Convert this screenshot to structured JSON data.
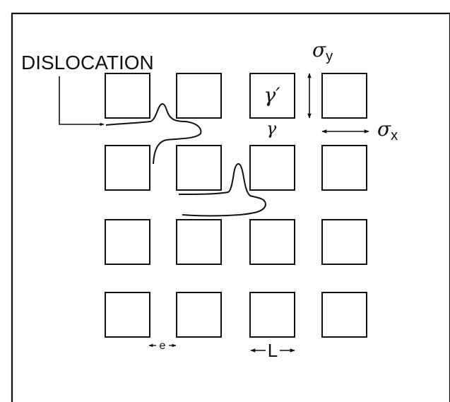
{
  "diagram": {
    "dislocation_label": "DISLOCATION",
    "stress_y": {
      "symbol": "σ",
      "subscript": "y"
    },
    "stress_x": {
      "symbol": "σ",
      "subscript": "x"
    },
    "precipitate_label": "γ′",
    "matrix_label": "γ",
    "channel_width_label": "e",
    "precipitate_size_label": "L",
    "grid": {
      "rows": 4,
      "columns": 4
    }
  }
}
